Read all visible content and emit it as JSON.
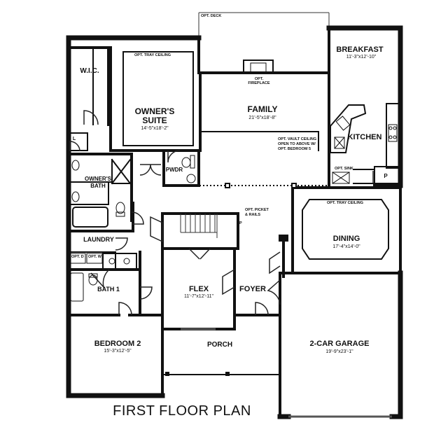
{
  "plan_title": "FIRST FLOOR PLAN",
  "rooms": {
    "breakfast": {
      "name": "BREAKFAST",
      "dims": "11'-3\"x12'-10\""
    },
    "owners_suite": {
      "name_line1": "OWNER'S",
      "name_line2": "SUITE",
      "dims": "14'-5\"x18'-2\""
    },
    "family": {
      "name": "FAMILY",
      "dims": "21'-5\"x18'-8\""
    },
    "kitchen": {
      "name": "KITCHEN"
    },
    "wic": {
      "name": "W.I.C."
    },
    "owners_bath": {
      "name_line1": "OWNER'S",
      "name_line2": "BATH"
    },
    "pwdr": {
      "name": "PWDR"
    },
    "laundry": {
      "name": "LAUNDRY"
    },
    "dining": {
      "name": "DINING",
      "dims": "17'-4\"x14'-0\""
    },
    "flex": {
      "name": "FLEX",
      "dims": "11'-7\"x12'-11\""
    },
    "foyer": {
      "name": "FOYER"
    },
    "bath1": {
      "name": "BATH 1"
    },
    "bedroom2": {
      "name": "BEDROOM 2",
      "dims": "15'-3\"x12'-5\""
    },
    "porch": {
      "name": "PORCH"
    },
    "garage": {
      "name": "2-CAR GARAGE",
      "dims": "19'-9\"x23'-1\""
    }
  },
  "notes": {
    "opt_deck": "OPT. DECK",
    "opt_tray_ceiling_owner": "OPT. TRAY CEILING",
    "opt_fireplace_line1": "OPT.",
    "opt_fireplace_line2": "FIREPLACE",
    "opt_vault_line1": "OPT. VAULT CEILING",
    "opt_vault_line2": "OPEN TO ABOVE W/",
    "opt_vault_line3": "OPT. BEDROOM 5",
    "opt_picket_line1": "OPT. PICKET",
    "opt_picket_line2": "& RAILS",
    "up": "UP",
    "opt_tray_ceiling_dining": "OPT. TRAY CEILING",
    "opt_sink": "OPT. SINK",
    "opt_d": "OPT. D",
    "opt_w": "OPT. W",
    "pantry": "P",
    "linen": "L"
  }
}
